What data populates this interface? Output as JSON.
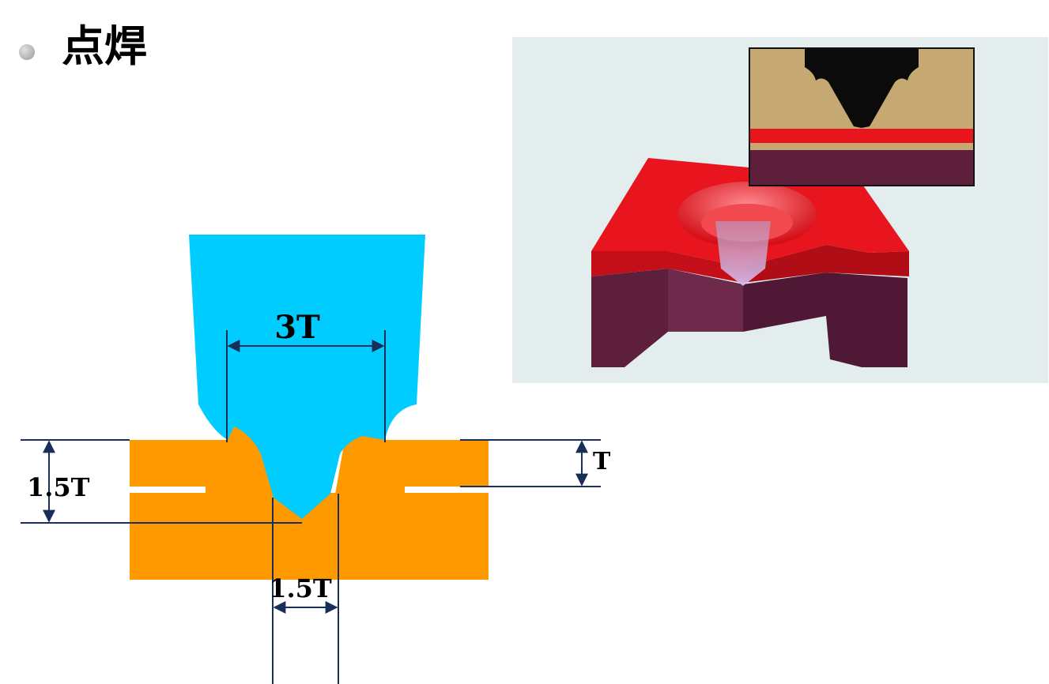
{
  "slide": {
    "title": "点焊"
  },
  "diagram": {
    "labels": {
      "width_top": "3T",
      "sheet_thickness": "T",
      "penetration_depth": "1.5T",
      "bottom_width": "1.5T"
    },
    "colors": {
      "punch": "#00CCFF",
      "sheet": "#FF9900",
      "dimension_line": "#1A2E5A",
      "photo_background": "#E3EDEE",
      "photo_red_sheet": "#E8141E",
      "photo_purple_sheet": "#5E1F3D",
      "photo_gold_inset": "#C6A872"
    }
  }
}
